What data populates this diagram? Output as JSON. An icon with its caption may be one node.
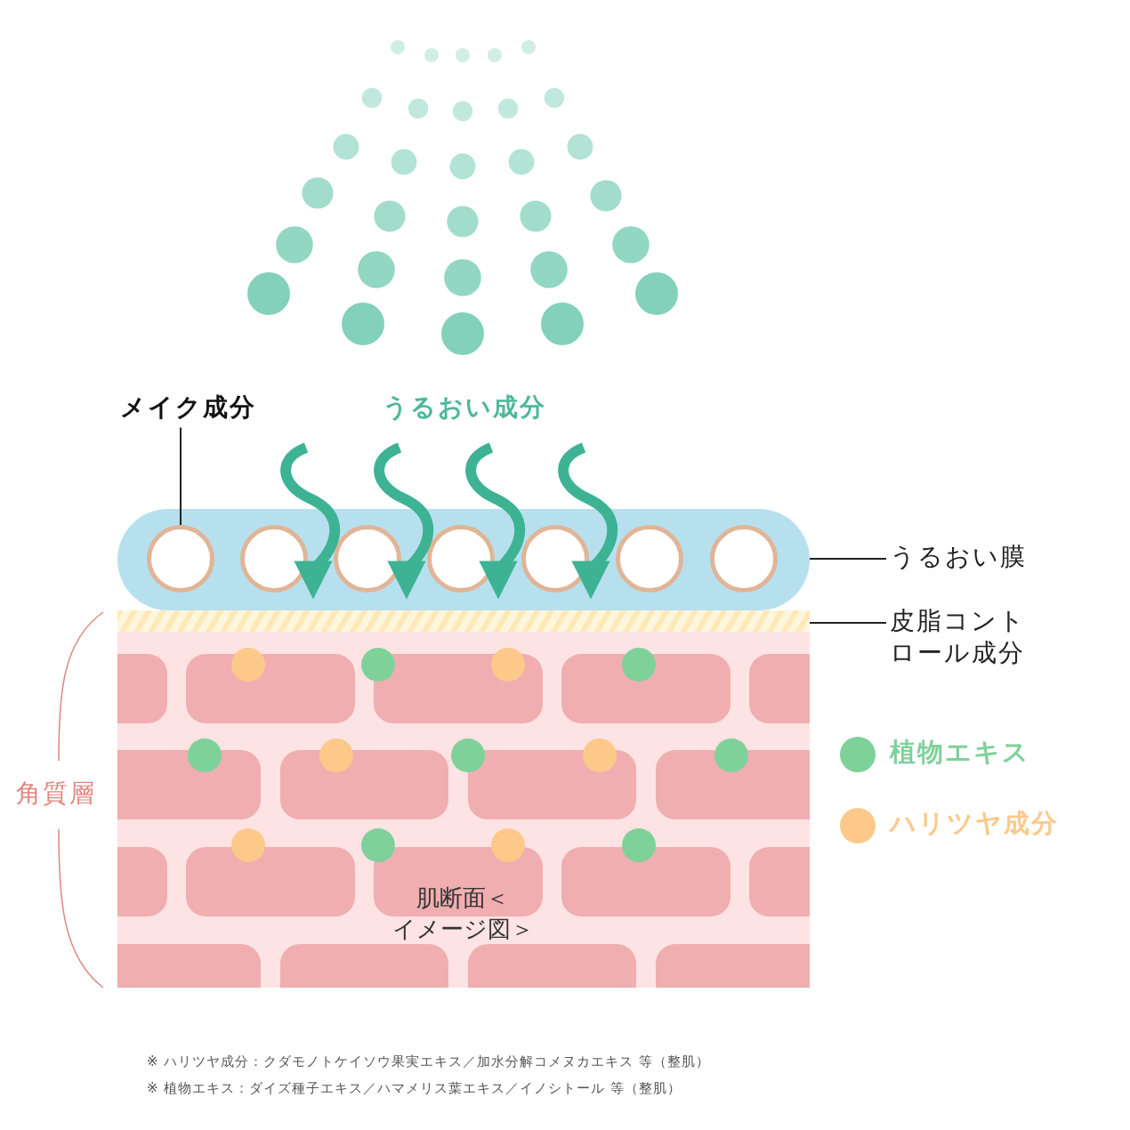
{
  "diagram": {
    "nodes": [
      {
        "text": [
          "メイク成分"
        ]
      },
      {
        "text": [
          "うるおい成分"
        ]
      },
      {
        "text": [
          "うるおい膜"
        ]
      },
      {
        "text": [],
        "shape": "bar"
      },
      {
        "text": [],
        "shape": "circle",
        "in": 3
      },
      {
        "text": [],
        "shape": "circle",
        "in": 3
      },
      {
        "text": [],
        "shape": "circle",
        "in": 3
      },
      {
        "text": [],
        "shape": "circle",
        "in": 3
      },
      {
        "text": [],
        "shape": "circle",
        "in": 3
      },
      {
        "text": [],
        "shape": "circle",
        "in": 3
      },
      {
        "text": [],
        "shape": "circle",
        "in": 3
      },
      {
        "text": [
          "皮脂コントロール成分"
        ]
      },
      {
        "text": [],
        "shape": "bar"
      },
      {
        "text": [
          "肌断面＜イメージ図＞"
        ]
      }
    ],
    "edges": [
      {
        "from": 0,
        "to": 4,
        "arrow": "none",
        "color": "#222222"
      },
      {
        "from": null,
        "to": 3,
        "arrow": "to"
      },
      {
        "from": null,
        "to": 3,
        "arrow": "to"
      },
      {
        "from": null,
        "to": 3,
        "arrow": "to"
      },
      {
        "from": null,
        "to": 3,
        "arrow": "to"
      },
      {
        "from": 2,
        "to": 3,
        "arrow": "none",
        "color": "#222222"
      },
      {
        "from": 11,
        "to": 12,
        "arrow": "none",
        "color": "#222222"
      }
    ],
    "labels": [
      "角質層",
      "※ ハリツヤ成分：クダモノトケイソウ果実エキス／加水分解コメヌカエキス 等（整肌）",
      "※ 植物エキス：ダイズ種子エキス／ハマメリス葉エキス／イノシトール 等（整肌）"
    ],
    "legend": [
      {
        "text": "植物エキス",
        "color": "#7fd19a"
      },
      {
        "text": "ハリツヤ成分",
        "color": "#fdc98a"
      }
    ]
  }
}
